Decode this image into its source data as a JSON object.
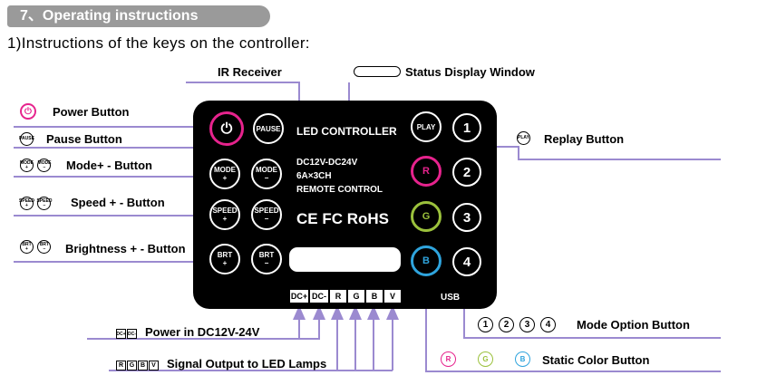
{
  "section_title": "7、Operating instructions",
  "subtitle": "1)Instructions of the keys on the controller:",
  "labels": {
    "ir_receiver": "IR Receiver",
    "status_window": "Status Display Window",
    "power": "Power Button",
    "pause": "Pause Button",
    "mode": "Mode+ - Button",
    "speed": "Speed + - Button",
    "brightness": "Brightness + - Button",
    "replay": "Replay Button",
    "power_in": "Power in DC12V-24V",
    "signal_out": "Signal Output to LED Lamps",
    "mode_option": "Mode Option Button",
    "static_color": "Static Color Button"
  },
  "panel": {
    "title": "LED CONTROLLER",
    "spec1": "DC12V-DC24V",
    "spec2": "6A×3CH",
    "spec3": "REMOTE CONTROL",
    "certs": "CE FC RoHS",
    "usb": "USB",
    "keys": {
      "pause": "PAUSE",
      "mode_plus": "MODE",
      "mode_minus": "MODE",
      "speed_plus": "SPEED",
      "speed_minus": "SPEED",
      "brt_plus": "BRT",
      "brt_minus": "BRT",
      "play": "PLAY",
      "r": "R",
      "g": "G",
      "b": "B",
      "plus": "+",
      "minus": "−"
    },
    "numbers": [
      "1",
      "2",
      "3",
      "4"
    ],
    "terminals": [
      "DC+",
      "DC-",
      "R",
      "G",
      "B",
      "V"
    ]
  },
  "legend_icons": {
    "pause": "PAUSE",
    "mode": "MODE",
    "speed": "SPEED",
    "brt": "BRT",
    "play": "PLAY",
    "plus": "+",
    "minus": "−",
    "dcp": "DC+",
    "dcm": "DC-",
    "rgbv": [
      "R",
      "G",
      "B",
      "V"
    ],
    "numbers": [
      "1",
      "2",
      "3",
      "4"
    ],
    "colors": [
      "R",
      "G",
      "B"
    ]
  },
  "colors": {
    "accent_lines": "#9b8ad0",
    "power_ring": "#e6238d",
    "r_ring": "#e6238d",
    "g_ring": "#9bc13c",
    "b_ring": "#2fa4dd",
    "section_tab": "#9a9a9a"
  },
  "icons": {
    "power": "power-icon",
    "status_window": "status-window-icon"
  }
}
